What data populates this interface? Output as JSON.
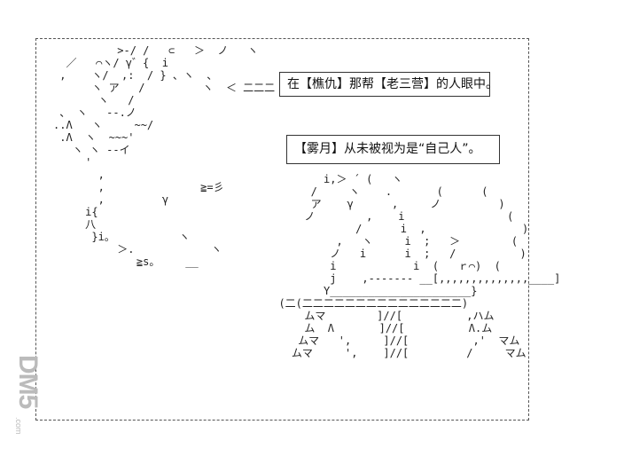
{
  "captions": {
    "line1": "在【樵仇】那帮【老三营】的人眼中。",
    "line2": "【雾月】从未被视为是“自己人”。"
  },
  "watermark": {
    "text": "DM5",
    "sub": ".com"
  },
  "colors": {
    "frame": "#555555",
    "watermark": "#bbbbbb"
  }
}
